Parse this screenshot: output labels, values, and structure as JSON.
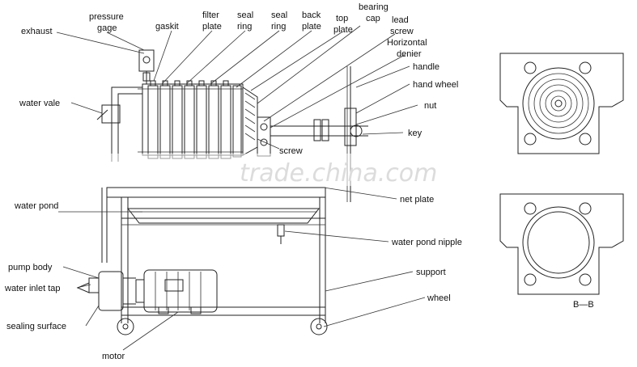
{
  "labels": {
    "exhaust": "exhaust",
    "pressure_gage_1": "pressure",
    "pressure_gage_2": "gage",
    "gaskit": "gaskit",
    "filter_plate_1": "filter",
    "filter_plate_2": "plate",
    "seal_ring_a_1": "seal",
    "seal_ring_a_2": "ring",
    "seal_ring_b_1": "seal",
    "seal_ring_b_2": "ring",
    "back_plate_1": "back",
    "back_plate_2": "plate",
    "top_plate_1": "top",
    "top_plate_2": "plate",
    "bearing_cap_1": "bearing",
    "bearing_cap_2": "cap",
    "lead_screw_1": "lead",
    "lead_screw_2": "screw",
    "horizontal_denier_1": "Horizontal",
    "horizontal_denier_2": "denier",
    "handle": "handle",
    "hand_wheel": "hand wheel",
    "nut": "nut",
    "key": "key",
    "screw": "screw",
    "water_vale": "water vale",
    "net_plate": "net plate",
    "water_pond": "water pond",
    "water_pond_nipple": "water pond nipple",
    "support": "support",
    "wheel": "wheel",
    "pump_body": "pump body",
    "water_inlet_tap": "water inlet tap",
    "sealing_surface": "sealing surface",
    "motor": "motor",
    "section": "B—B"
  },
  "watermark": "trade.china.com"
}
